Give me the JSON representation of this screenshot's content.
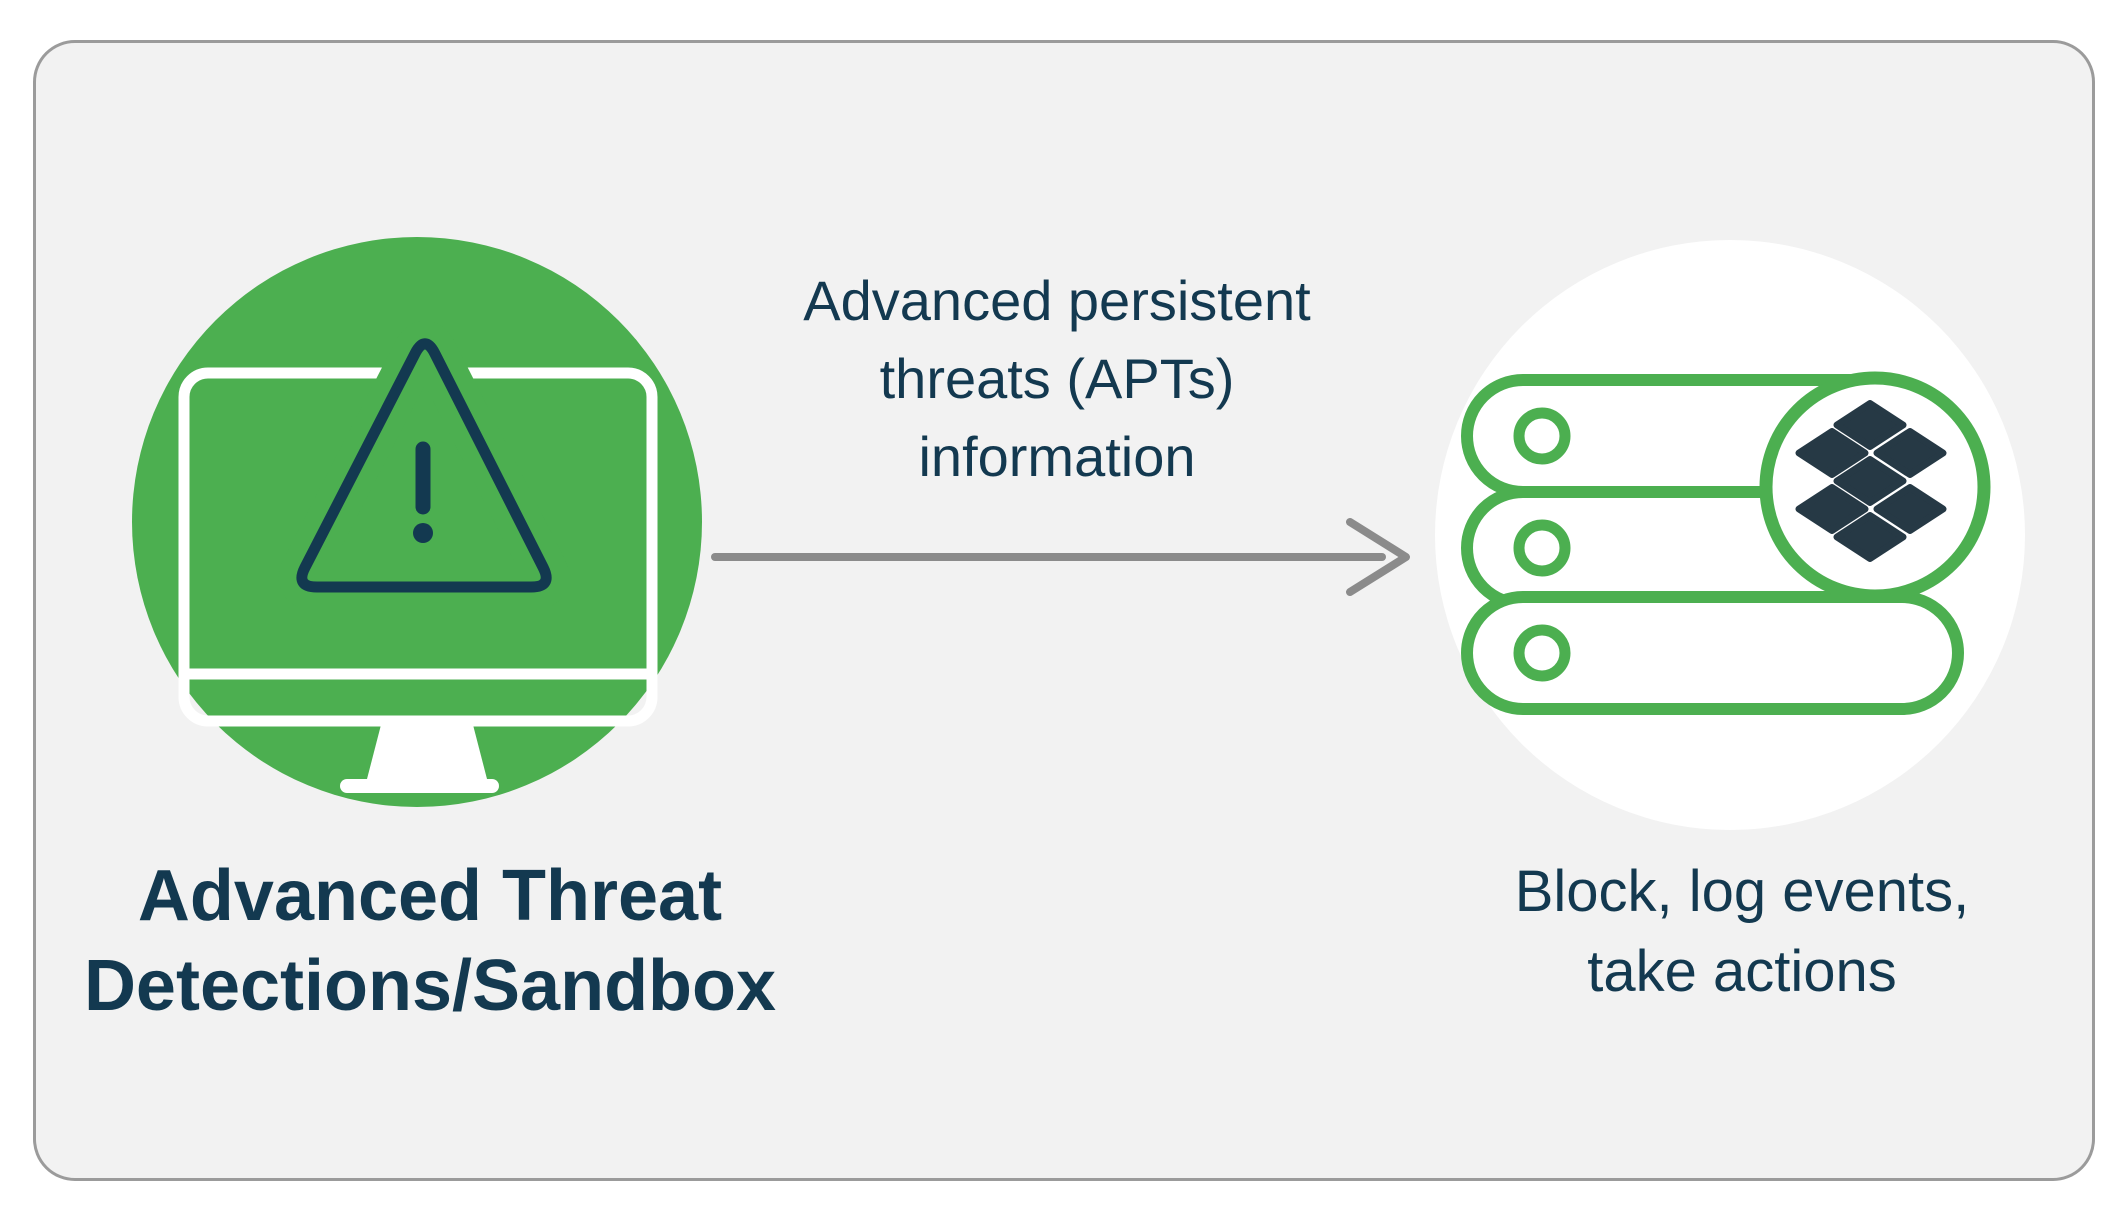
{
  "colors": {
    "canvas_background": "#ffffff",
    "panel_background": "#f2f2f2",
    "panel_border": "#9b9b9b",
    "accent_green": "#4caf50",
    "navy_text": "#133950",
    "diamond_dark": "#263945",
    "arrow_gray": "#8b8b8b",
    "icon_white": "#ffffff"
  },
  "diagram": {
    "left_node": {
      "icon": "monitor-warning-icon",
      "label_lines": [
        "Advanced Threat",
        "Detections/Sandbox"
      ]
    },
    "flow": {
      "arrow_direction": "right",
      "label_lines": [
        "Advanced persistent",
        "threats (APTs)",
        "information"
      ]
    },
    "right_node": {
      "icon": "server-stack-diamonds-icon",
      "label_lines": [
        "Block, log events,",
        "take actions"
      ]
    }
  }
}
